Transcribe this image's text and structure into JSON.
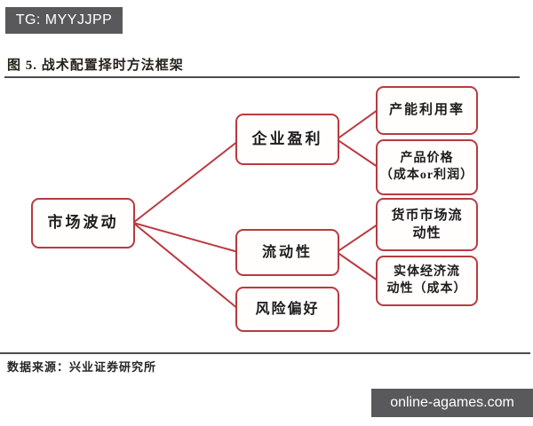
{
  "tg_badge": {
    "label": "TG: MYYJJPP"
  },
  "figure": {
    "title": "图 5. 战术配置择时方法框架"
  },
  "diagram": {
    "nodes": {
      "market_volatility": {
        "lines": [
          "市场波动"
        ]
      },
      "corporate_earnings": {
        "lines": [
          "企业盈利"
        ]
      },
      "liquidity": {
        "lines": [
          "流动性"
        ]
      },
      "risk_appetite": {
        "lines": [
          "风险偏好"
        ]
      },
      "capacity_utilization": {
        "lines": [
          "产能利用率"
        ]
      },
      "product_price": {
        "lines": [
          "产品价格",
          "（成本or利润）"
        ]
      },
      "money_market_liquidity": {
        "lines": [
          "货币市场流",
          "动性"
        ]
      },
      "real_economy_liquidity": {
        "lines": [
          "实体经济流",
          "动性（成本）"
        ]
      }
    },
    "edges": [
      [
        "market_volatility",
        "corporate_earnings"
      ],
      [
        "market_volatility",
        "liquidity"
      ],
      [
        "market_volatility",
        "risk_appetite"
      ],
      [
        "corporate_earnings",
        "capacity_utilization"
      ],
      [
        "corporate_earnings",
        "product_price"
      ],
      [
        "liquidity",
        "money_market_liquidity"
      ],
      [
        "liquidity",
        "real_economy_liquidity"
      ]
    ]
  },
  "footer": {
    "source": "数据来源：兴业证券研究所"
  },
  "watermark": {
    "label": "online-agames.com"
  },
  "colors": {
    "accent_red": "#b93a40",
    "badge_gray": "#59595b"
  }
}
